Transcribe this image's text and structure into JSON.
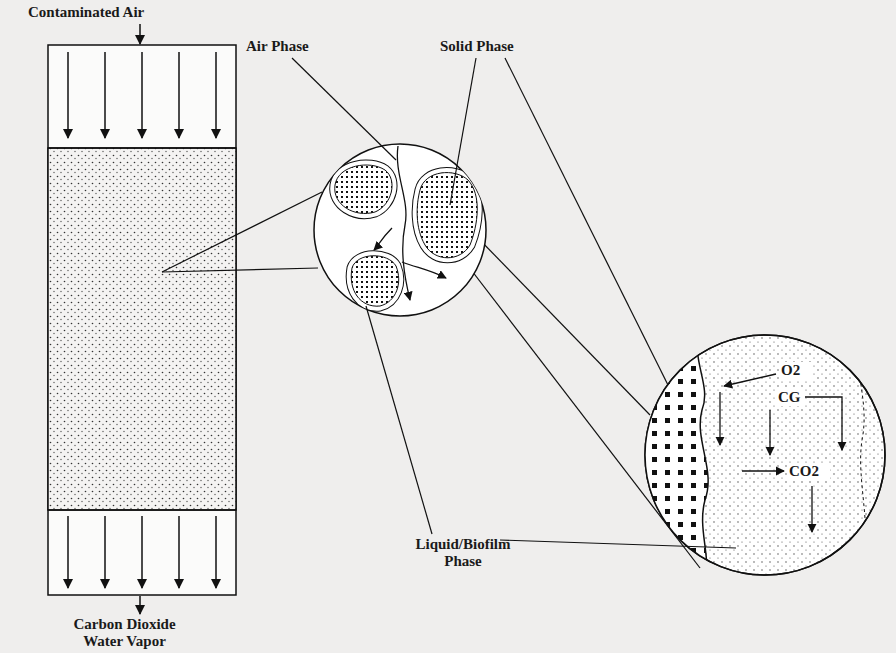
{
  "diagram": {
    "labels": [
      "Contaminated Air",
      "Air Phase",
      "Solid Phase",
      "Liquid/Biofilm Phase",
      "O2",
      "CG",
      "CO2",
      "Carbon Dioxide Water Vapor"
    ]
  }
}
